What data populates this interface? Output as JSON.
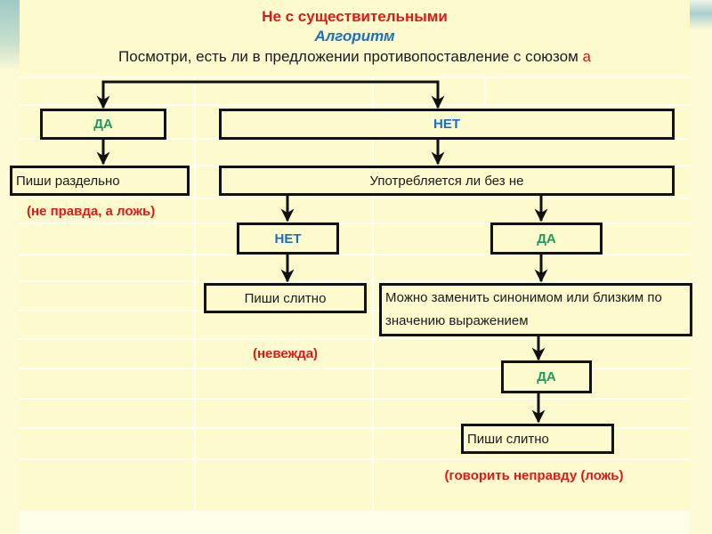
{
  "header": {
    "title": "Не с существительными",
    "subtitle": "Алгоритм",
    "question_text": "Посмотри, есть ли в предложении противопоставление с союзом ",
    "question_highlight": "а"
  },
  "colors": {
    "title_red": "#e51616",
    "subtitle_blue": "#1a6fc4",
    "yes_green": "#1f9a5c",
    "no_blue": "#1a6fc4",
    "background": "#fdfbce"
  },
  "flowchart": {
    "yes_top": "ДА",
    "no_top": "НЕТ",
    "write_separately": "Пиши раздельно",
    "example_separately": "(не правда, а ложь)",
    "used_without_ne": "Употребляется ли без не",
    "no_branch": "НЕТ",
    "yes_branch": "ДА",
    "write_together_1": "Пиши слитно",
    "example_together_1": "(невежда)",
    "synonym_question": "Можно заменить синонимом или близким по значению выражением",
    "yes_synonym": "ДА",
    "write_together_2": "Пиши слитно",
    "example_together_2": "(говорить неправду (ложь)"
  }
}
